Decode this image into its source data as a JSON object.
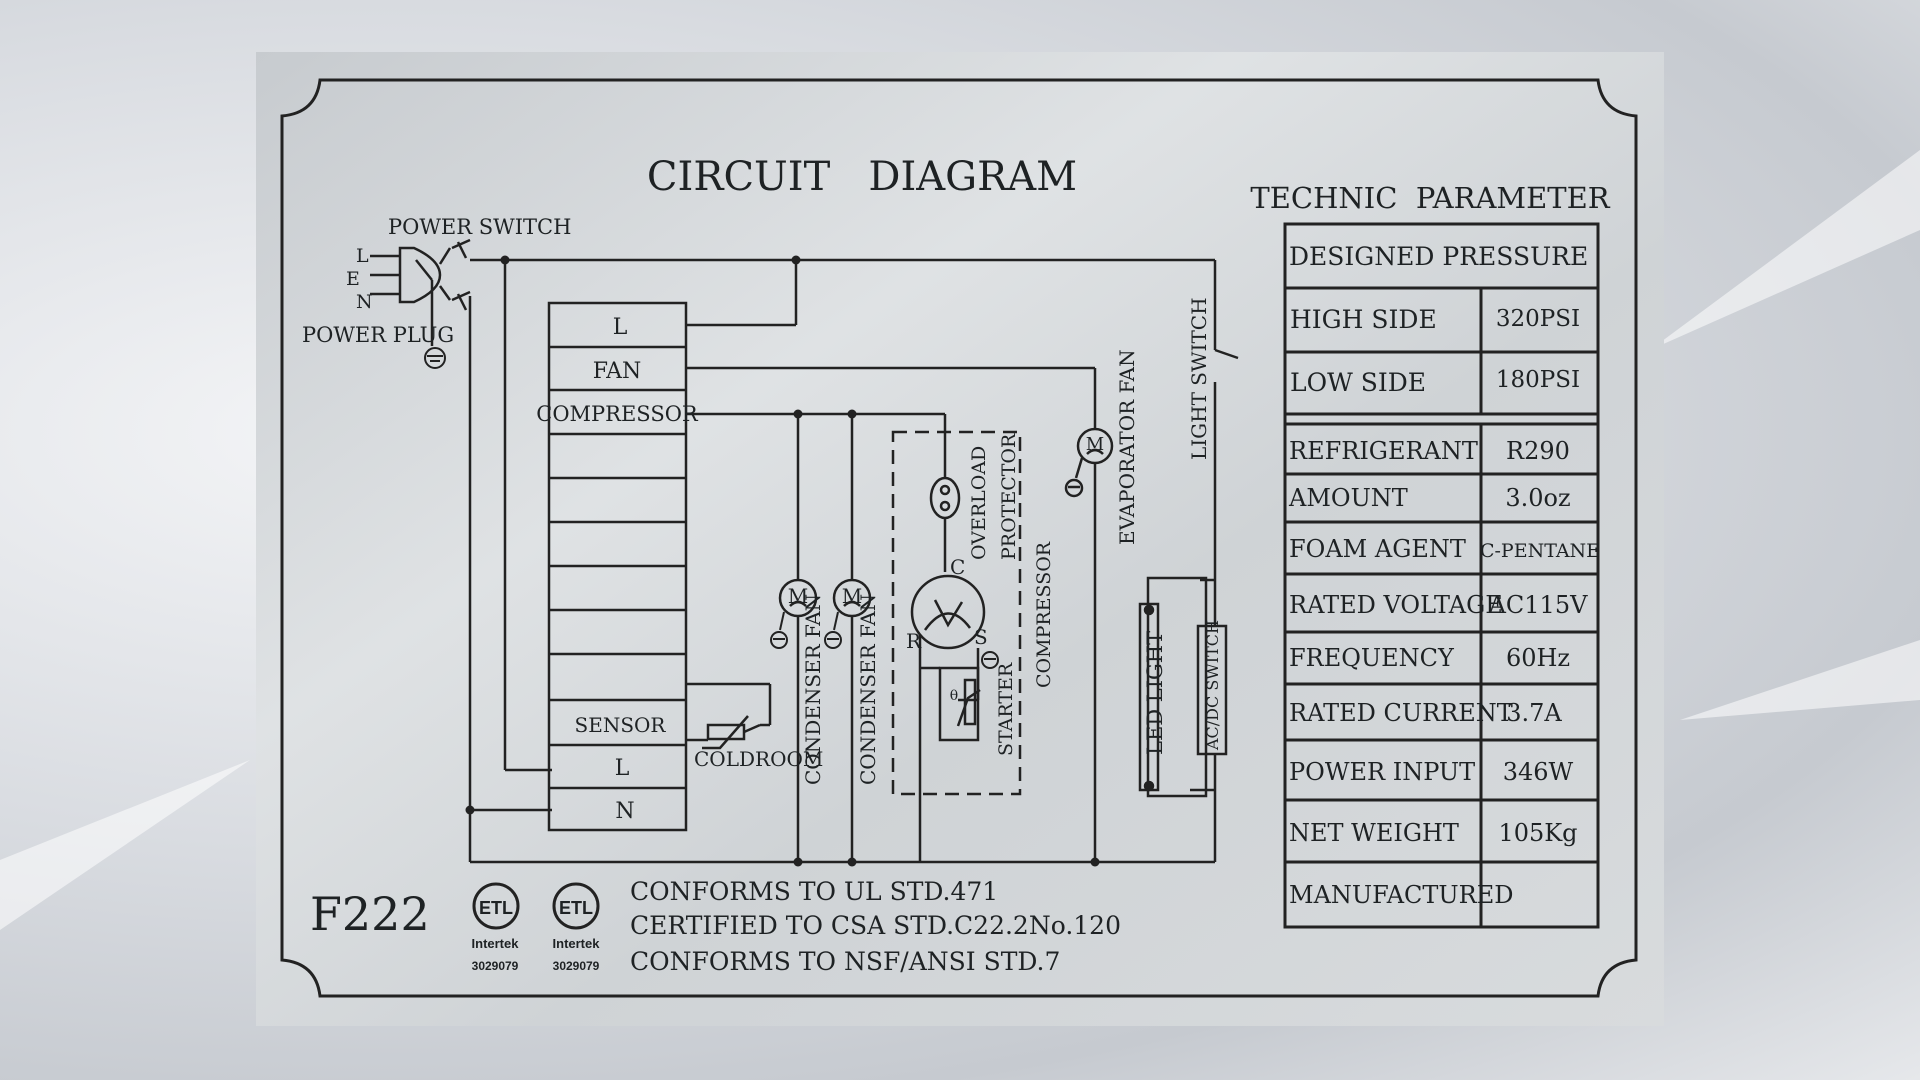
{
  "title": "CIRCUIT   DIAGRAM",
  "model": "F222",
  "power": {
    "switch_label": "POWER SWITCH",
    "plug_label": "POWER PLUG",
    "pins": [
      "L",
      "E",
      "N"
    ]
  },
  "control_board": {
    "top": [
      "L",
      "FAN",
      "COMPRESSOR"
    ],
    "bottom": [
      "SENSOR",
      "L",
      "N"
    ]
  },
  "components": {
    "coldroom": "COLDROOM",
    "condenser_fan_1": "CONDENSER FAN",
    "condenser_fan_2": "CONDENSER FAN",
    "motor_symbol": "M",
    "overload_1": "OVERLOAD",
    "overload_2": "PROTECTOR",
    "compressor": "COMPRESSOR",
    "starter": "STARTER",
    "terminal_c": "C",
    "terminal_r": "R",
    "terminal_s": "S",
    "theta": "θ",
    "evaporator_fan": "EVAPORATOR FAN",
    "light_switch": "LIGHT SWITCH",
    "led_light": "LED LIGHT",
    "acdc_switch": "AC/DC SWITCH"
  },
  "technic": {
    "title": "TECHNIC  PARAMETER",
    "designed_pressure": "DESIGNED PRESSURE",
    "pressure_rows": [
      {
        "label": "HIGH SIDE",
        "value": "320PSI"
      },
      {
        "label": "LOW SIDE",
        "value": "180PSI"
      }
    ],
    "rows": [
      {
        "label": "REFRIGERANT",
        "value": "R290"
      },
      {
        "label": "AMOUNT",
        "value": "3.0oz"
      },
      {
        "label": "FOAM AGENT",
        "value": "C-PENTANE"
      },
      {
        "label": "RATED VOLTAGE",
        "value": "AC115V"
      },
      {
        "label": "FREQUENCY",
        "value": "60Hz"
      },
      {
        "label": "RATED CURRENT",
        "value": "3.7A"
      },
      {
        "label": "POWER INPUT",
        "value": "346W"
      },
      {
        "label": "NET WEIGHT",
        "value": "105Kg"
      },
      {
        "label": "MANUFACTURED",
        "value": ""
      }
    ]
  },
  "certs": [
    {
      "logo": "ETL",
      "brand": "Intertek",
      "number": "3029079"
    },
    {
      "logo": "ETL",
      "brand": "Intertek",
      "number": "3029079"
    }
  ],
  "conformity": [
    "CONFORMS TO UL STD.471",
    "CERTIFIED TO CSA STD.C22.2No.120",
    "CONFORMS TO NSF/ANSI STD.7"
  ]
}
